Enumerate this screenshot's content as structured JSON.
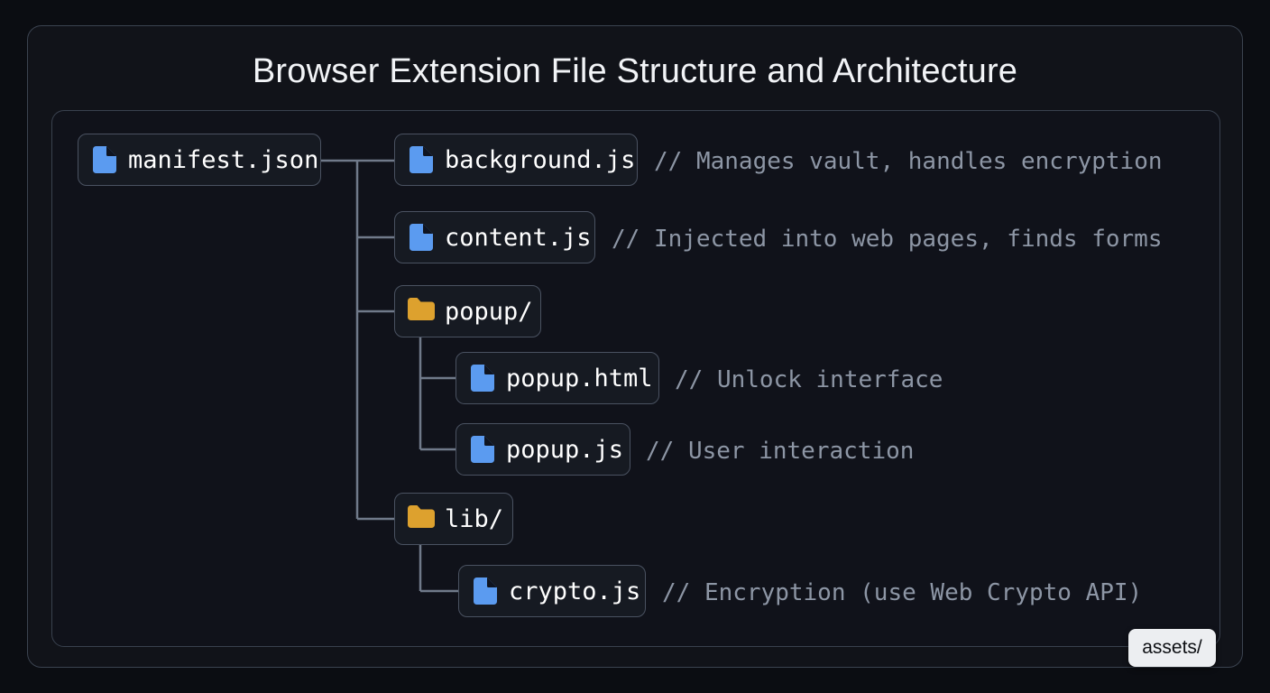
{
  "title": "Browser Extension File Structure and Architecture",
  "colors": {
    "background": "#0b0d12",
    "frame_border": "#3b4350",
    "panel_border": "#39414e",
    "node_border": "#4a5261",
    "node_fill": "#161a22",
    "text": "#ffffff",
    "comment_text": "#8d96a5",
    "file_icon": "#5b9bf0",
    "folder_icon": "#dda12e",
    "badge_bg": "#eceef1",
    "badge_text": "#0d0f13",
    "connector": "#707a8a"
  },
  "tree": {
    "root": {
      "label": "manifest.json",
      "icon": "file-icon",
      "comment": ""
    },
    "children": [
      {
        "label": "background.js",
        "icon": "file-icon",
        "comment": "// Manages vault, handles encryption"
      },
      {
        "label": "content.js",
        "icon": "file-icon",
        "comment": "// Injected into web pages, finds forms"
      },
      {
        "label": "popup/",
        "icon": "folder-icon",
        "comment": "",
        "children": [
          {
            "label": "popup.html",
            "icon": "file-icon",
            "comment": "// Unlock interface"
          },
          {
            "label": "popup.js",
            "icon": "file-icon",
            "comment": "// User interaction"
          }
        ]
      },
      {
        "label": "lib/",
        "icon": "folder-icon",
        "comment": "",
        "children": [
          {
            "label": "crypto.js",
            "icon": "file-icon",
            "comment": "// Encryption (use Web Crypto API)"
          }
        ]
      }
    ]
  },
  "badge": {
    "label": "assets/"
  }
}
